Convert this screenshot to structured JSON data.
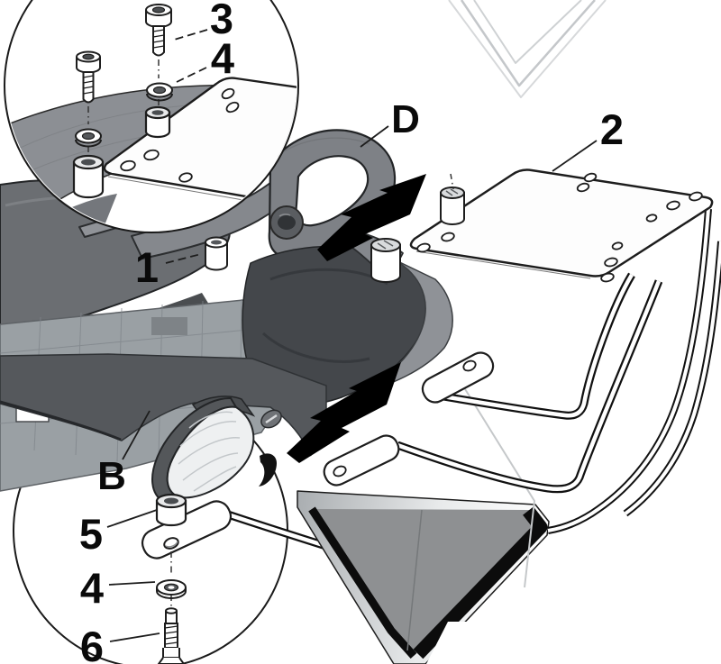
{
  "diagram": {
    "kind": "top-case rack installation exploded diagram",
    "labels": {
      "screw_top": "3",
      "washer_top": "4",
      "handle": "D",
      "top_plate": "2",
      "rail_spacer": "1",
      "bodywork": "B",
      "spacer_bottom": "5",
      "washer_bottom": "4",
      "screw_bottom": "6"
    },
    "colors": {
      "line": "#1d1d1d",
      "label_text": "#0a0a0a",
      "arrow": "#000000",
      "body_dark": "#44474b",
      "body_mid": "#85888d",
      "body_light": "#9aa0a4",
      "plate_white": "#fdfdfd",
      "fender_gray": "#8e9092",
      "ghost": "#c9ccce"
    }
  }
}
